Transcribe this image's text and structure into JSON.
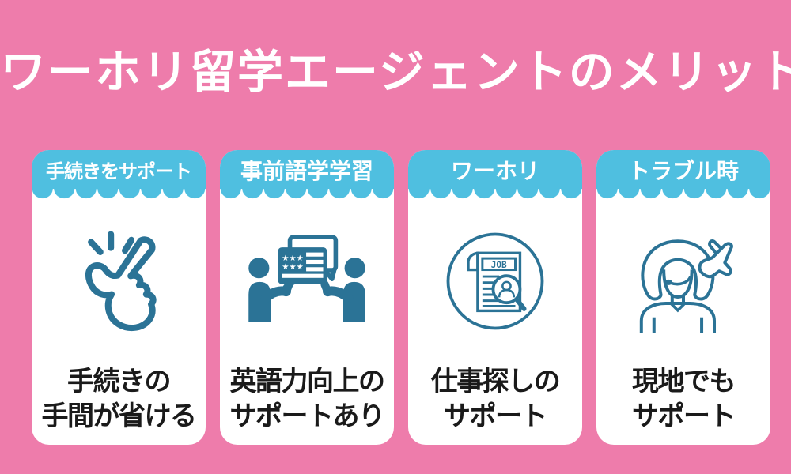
{
  "title": "ワーホリ留学エージェントのメリット",
  "colors": {
    "background_pink": "#EE7CAB",
    "header_blue": "#4FBFE0",
    "icon_blue": "#2B7396",
    "card_white": "#FFFFFF",
    "caption_black": "#1A1A1A"
  },
  "cards": [
    {
      "badge": "手続きをサポート",
      "icon": "snap-fingers-easy-icon",
      "caption_line1": "手続きの",
      "caption_line2": "手間が省ける"
    },
    {
      "badge": "事前語学学習",
      "icon": "conversation-flag-icon",
      "caption_line1": "英語力向上の",
      "caption_line2": "サポートあり"
    },
    {
      "badge": "ワーホリ",
      "icon": "job-search-newspaper-icon",
      "caption_line1": "仕事探しの",
      "caption_line2": "サポート"
    },
    {
      "badge": "トラブル時",
      "icon": "support-agent-airplane-icon",
      "caption_line1": "現地でも",
      "caption_line2": "サポート"
    }
  ],
  "icon_labels": {
    "job": "JOB",
    "flag_stars": "★★★"
  }
}
